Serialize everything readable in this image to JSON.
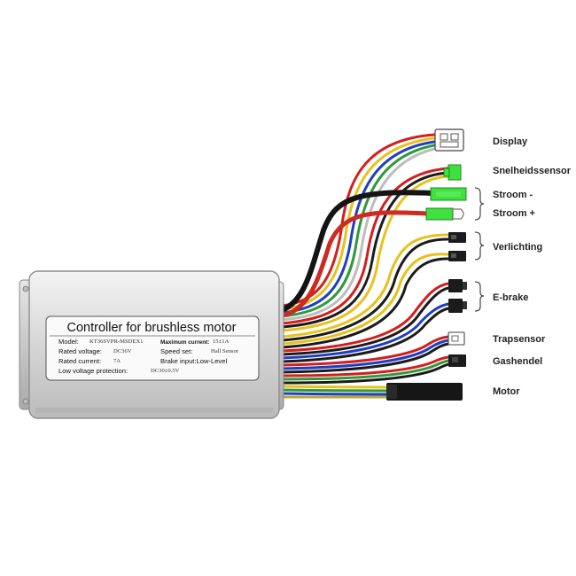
{
  "controller": {
    "title": "Controller for brushless motor",
    "model_label": "Model:",
    "model_value": "KT36SVPR-MSDEX1",
    "max_current_label": "Maximum current:",
    "max_current_value": "15±1A",
    "rated_voltage_label": "Rated voltage:",
    "rated_voltage_value": "DC36V",
    "speed_set_label": "Speed set:",
    "speed_set_value": "Hall Sensor",
    "rated_current_label": "Rated current:",
    "rated_current_value": "7A",
    "brake_input_label": "Brake input:Low-Level",
    "low_voltage_label": "Low voltage protection:",
    "low_voltage_value": "DC30±0.5V"
  },
  "connectors": {
    "display": "Display",
    "speed_sensor": "Snelheidssensor",
    "current_minus": "Stroom -",
    "current_plus": "Stroom +",
    "lighting": "Verlichting",
    "ebrake": "E-brake",
    "pedal_sensor": "Trapsensor",
    "throttle": "Gashendel",
    "motor": "Motor"
  },
  "colors": {
    "green_connector": "#3fe03f",
    "housing": "#dcdcdc",
    "black_plug": "#161616"
  }
}
